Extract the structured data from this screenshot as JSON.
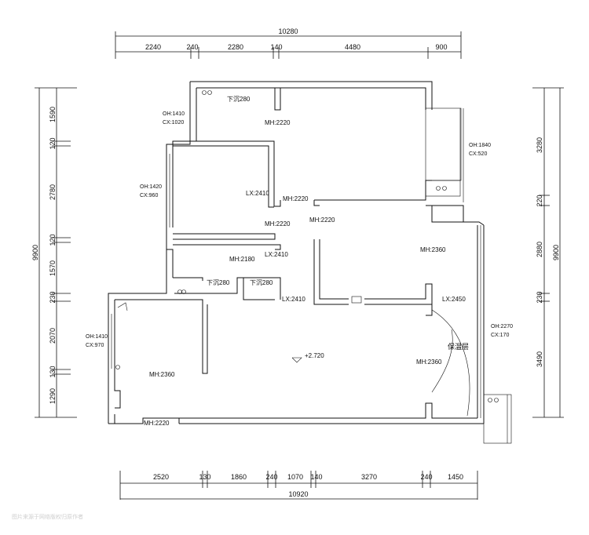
{
  "top_dims": {
    "total": "10280",
    "segments": [
      "2240",
      "240",
      "2280",
      "140",
      "4480",
      "900"
    ]
  },
  "bottom_dims": {
    "total": "10920",
    "segments": [
      "2520",
      "130",
      "1860",
      "240",
      "1070",
      "140",
      "3270",
      "240",
      "1450"
    ]
  },
  "left_dims": {
    "total": "9900",
    "segments": [
      "1590",
      "120",
      "2780",
      "120",
      "1570",
      "230",
      "2070",
      "130",
      "1290"
    ]
  },
  "right_dims": {
    "total": "9900",
    "segments": [
      "3280",
      "220",
      "2880",
      "230",
      "3490"
    ]
  },
  "window_notes": [
    {
      "oh": "OH:1410",
      "cx": "CX:1020"
    },
    {
      "oh": "OH:1420",
      "cx": "CX:960"
    },
    {
      "oh": "OH:1410",
      "cx": "CX:970"
    },
    {
      "oh": "OH:1840",
      "cx": "CX:520"
    },
    {
      "oh": "OH:2270",
      "cx": "CX:170"
    }
  ],
  "labels": {
    "xiachen_top": "下沉280",
    "xiachen_mid1": "下沉280",
    "xiachen_mid2": "下沉280",
    "mh_bed1": "MH:2220",
    "lx_bed2": "LX:2410",
    "mh_door1": "MH:2220",
    "mh_door2": "MH:2220",
    "mh_bed2": "MH:2220",
    "lx_hall": "LX:2410",
    "mh_bath": "MH:2180",
    "mh_living_top": "MH:2360",
    "lx_living_left": "LX:2410",
    "lx_living_right": "LX:2450",
    "insulation": "保温层",
    "elevation": "+2.720",
    "mh_living_right": "MH:2360",
    "mh_kitchen": "MH:2360",
    "mh_entry": "MH:2220"
  },
  "watermark": "图片来源于网络版权归原作者"
}
